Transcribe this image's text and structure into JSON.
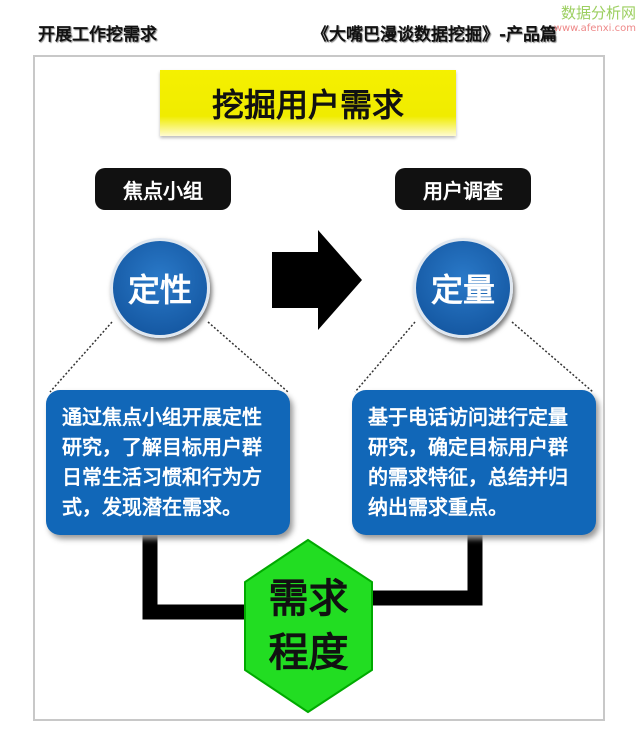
{
  "header": {
    "left": "开展工作挖需求",
    "right": "《大嘴巴漫谈数据挖掘》-产品篇"
  },
  "watermark": {
    "name": "数据分析网",
    "url": "www.afenxi.com"
  },
  "title": "挖掘用户需求",
  "left": {
    "tag": "焦点小组",
    "circle": "定性",
    "lines": [
      "通过焦点小组开展定性",
      "研究，了解目标用户群",
      "日常生活习惯和行为方",
      "式，发现潜在需求。"
    ]
  },
  "right": {
    "tag": "用户调查",
    "circle": "定量",
    "lines": [
      "基于电话访问进行定量",
      "研究，确定目标用户群",
      "的需求特征，总结并归",
      "纳出需求重点。"
    ]
  },
  "center": {
    "lines": [
      "需求",
      "程度"
    ],
    "color": "#22dd22"
  }
}
